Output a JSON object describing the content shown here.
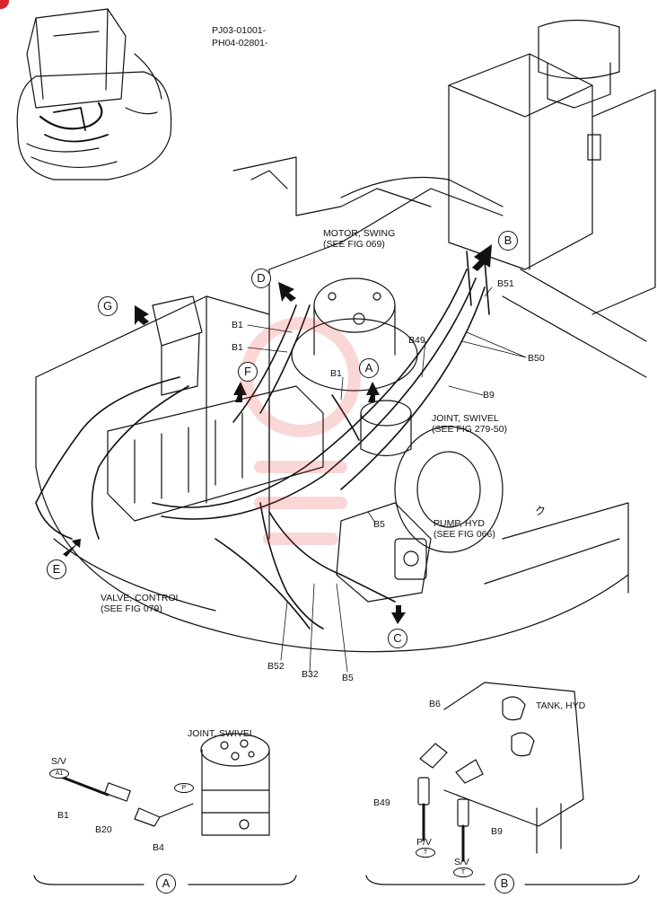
{
  "serials": [
    "PJ03-01001-",
    "PH04-02801-"
  ],
  "callouts": {
    "A": "A",
    "B": "B",
    "C": "C",
    "D": "D",
    "E": "E",
    "F": "F",
    "G": "G"
  },
  "labels": {
    "motor_swing": "MOTOR, SWING",
    "motor_swing_ref": "(SEE FIG 069)",
    "joint_swivel": "JOINT, SWIVEL",
    "joint_swivel_ref": "(SEE FIG 279-50)",
    "pump_hyd": "PUMP, HYD",
    "pump_hyd_ref": "(SEE FIG 066)",
    "valve_control": "VALVE, CONTROL",
    "valve_control_ref": "(SEE FIG 079)",
    "joint_swivel_detail": "JOINT, SWIVEL",
    "tank_hyd": "TANK, HYD",
    "sv": "S/V",
    "pv": "P/V"
  },
  "parts": {
    "b1_a": "B1",
    "b1_b": "B1",
    "b1_c": "B1",
    "b1_d": "B1",
    "b49_a": "B49",
    "b49_b": "B49",
    "b50": "B50",
    "b51": "B51",
    "b9_a": "B9",
    "b9_b": "B9",
    "b5_a": "B5",
    "b5_b": "B5",
    "b52": "B52",
    "b32": "B32",
    "b20": "B20",
    "b4": "B4",
    "b6": "B6"
  },
  "port_tags": {
    "a1": "A1",
    "p": "P",
    "t1": "T",
    "t2": "T"
  },
  "glyph_ku": "ク",
  "detail_labels": {
    "a": "A",
    "b": "B"
  },
  "colors": {
    "line": "#111111",
    "watermark": "#e02020",
    "corner_badge": "#d9262d"
  }
}
